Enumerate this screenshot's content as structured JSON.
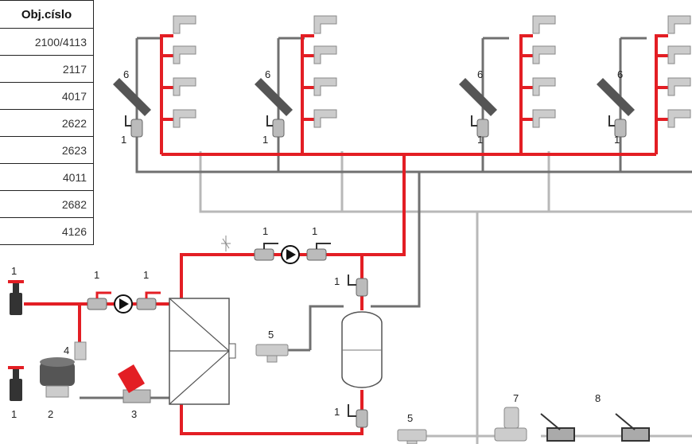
{
  "table": {
    "header": "Obj.císlo",
    "rows": [
      "2100/4113",
      "2117",
      "4017",
      "2622",
      "2623",
      "4011",
      "2682",
      "4126"
    ]
  },
  "labels": {
    "valve": "1",
    "mixer": "2",
    "balance_valve": "3",
    "item4": "4",
    "item5": "5",
    "item6": "6",
    "reducer": "7",
    "item8": "8"
  },
  "colors": {
    "hot": "#e31e24",
    "return": "#707070",
    "cold": "#b8b8b8",
    "component": "#9a9a9a"
  }
}
